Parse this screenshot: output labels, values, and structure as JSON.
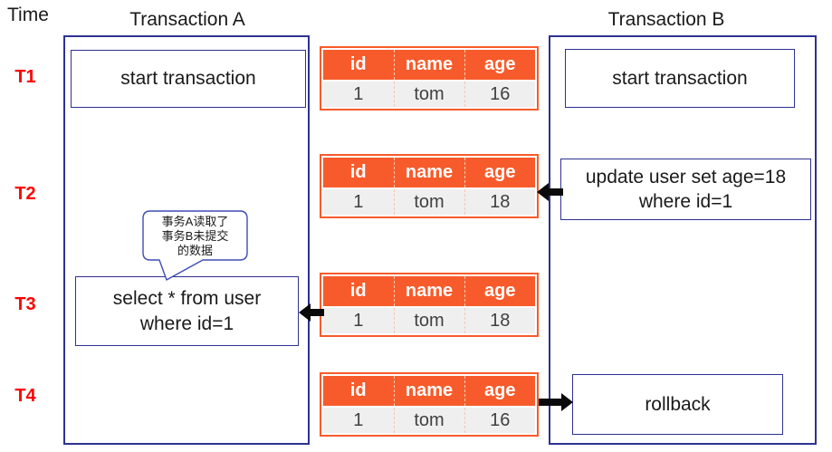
{
  "header": {
    "time_label": "Time",
    "column_a_title": "Transaction A",
    "column_b_title": "Transaction B"
  },
  "time_rows": [
    {
      "label": "T1"
    },
    {
      "label": "T2"
    },
    {
      "label": "T3"
    },
    {
      "label": "T4"
    }
  ],
  "operations": {
    "a_start": "start transaction",
    "b_start": "start transaction",
    "b_update": {
      "line1": "update user set age=18",
      "line2": "where id=1"
    },
    "a_select": {
      "line1": "select * from user",
      "line2": "where id=1"
    },
    "b_rollback": "rollback"
  },
  "callout": {
    "line1": "事务A读取了",
    "line2": "事务B未提交",
    "line3": "的数据"
  },
  "tables": [
    {
      "header": [
        "id",
        "name",
        "age"
      ],
      "row": [
        "1",
        "tom",
        "16"
      ]
    },
    {
      "header": [
        "id",
        "name",
        "age"
      ],
      "row": [
        "1",
        "tom",
        "18"
      ]
    },
    {
      "header": [
        "id",
        "name",
        "age"
      ],
      "row": [
        "1",
        "tom",
        "18"
      ]
    },
    {
      "header": [
        "id",
        "name",
        "age"
      ],
      "row": [
        "1",
        "tom",
        "16"
      ]
    }
  ],
  "colors": {
    "box_border": "#2E3192",
    "callout_border": "#3D4DB7",
    "table_accent": "#F85B2B",
    "table_row_bg": "#EFEFEF",
    "time_red": "#FF0000",
    "arrow_black": "#0A0A0A"
  }
}
